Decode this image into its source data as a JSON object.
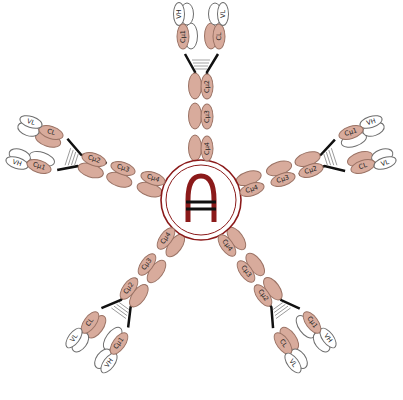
{
  "diagram": {
    "nodes": [
      {
        "text": [
          "VH"
        ]
      },
      {
        "text": [
          "Cμ1"
        ]
      },
      {
        "text": [
          "Cμ2"
        ]
      },
      {
        "text": [
          "Cμ3"
        ]
      },
      {
        "text": [
          "Cμ4"
        ]
      },
      {
        "text": [
          "CL"
        ]
      },
      {
        "text": [
          "VL"
        ]
      },
      {
        "text": [
          "VH"
        ]
      },
      {
        "text": [
          "Cμ1"
        ]
      },
      {
        "text": [
          "Cμ2"
        ]
      },
      {
        "text": [
          "Cμ3"
        ]
      },
      {
        "text": [
          "Cμ4"
        ]
      },
      {
        "text": [
          "CL"
        ]
      },
      {
        "text": [
          "VL"
        ]
      },
      {
        "text": [
          "VH"
        ]
      },
      {
        "text": [
          "Cμ1"
        ]
      },
      {
        "text": [
          "Cμ2"
        ]
      },
      {
        "text": [
          "Cμ3"
        ]
      },
      {
        "text": [
          "Cμ4"
        ]
      },
      {
        "text": [
          "CL"
        ]
      },
      {
        "text": [
          "VL"
        ]
      },
      {
        "text": [
          "VH"
        ]
      },
      {
        "text": [
          "Cμ1"
        ]
      },
      {
        "text": [
          "Cμ2"
        ]
      },
      {
        "text": [
          "Cμ3"
        ]
      },
      {
        "text": [
          "Cμ4"
        ]
      },
      {
        "text": [
          "CL"
        ]
      },
      {
        "text": [
          "VL"
        ]
      },
      {
        "text": [
          "VH"
        ]
      },
      {
        "text": [
          "Cμ1"
        ]
      },
      {
        "text": [
          "Cμ2"
        ]
      },
      {
        "text": [
          "Cμ3"
        ]
      },
      {
        "text": [
          "Cμ4"
        ]
      },
      {
        "text": [
          "CL"
        ]
      },
      {
        "text": [
          "VL"
        ]
      }
    ]
  }
}
